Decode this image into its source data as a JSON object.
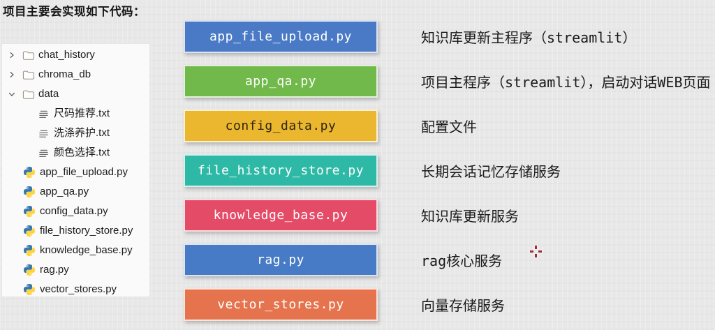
{
  "page": {
    "title": "项目主要会实现如下代码："
  },
  "file_explorer": {
    "items": [
      {
        "type": "folder",
        "state": "collapsed",
        "label": "chat_history"
      },
      {
        "type": "folder",
        "state": "collapsed",
        "label": "chroma_db"
      },
      {
        "type": "folder",
        "state": "expanded",
        "label": "data"
      },
      {
        "type": "text-file",
        "indent": 2,
        "label": "尺码推荐.txt"
      },
      {
        "type": "text-file",
        "indent": 2,
        "label": "洗涤养护.txt"
      },
      {
        "type": "text-file",
        "indent": 2,
        "label": "颜色选择.txt"
      },
      {
        "type": "python-file",
        "indent": 1,
        "label": "app_file_upload.py"
      },
      {
        "type": "python-file",
        "indent": 1,
        "label": "app_qa.py"
      },
      {
        "type": "python-file",
        "indent": 1,
        "label": "config_data.py"
      },
      {
        "type": "python-file",
        "indent": 1,
        "label": "file_history_store.py"
      },
      {
        "type": "python-file",
        "indent": 1,
        "label": "knowledge_base.py"
      },
      {
        "type": "python-file",
        "indent": 1,
        "label": "rag.py"
      },
      {
        "type": "python-file",
        "indent": 1,
        "label": "vector_stores.py"
      }
    ]
  },
  "code_map": {
    "rows": [
      {
        "file": "app_file_upload.py",
        "box_color": "#4a7ac6",
        "label_color": "#ffffff",
        "description": "知识库更新主程序（streamlit）"
      },
      {
        "file": "app_qa.py",
        "box_color": "#70b94a",
        "label_color": "#ffffff",
        "description": "项目主程序（streamlit），启动对话WEB页面"
      },
      {
        "file": "config_data.py",
        "box_color": "#eab72e",
        "label_color": "#2f2511",
        "description": "配置文件"
      },
      {
        "file": "file_history_store.py",
        "box_color": "#2eb9a6",
        "label_color": "#ffffff",
        "description": "长期会话记忆存储服务"
      },
      {
        "file": "knowledge_base.py",
        "box_color": "#e44b66",
        "label_color": "#ffffff",
        "description": "知识库更新服务"
      },
      {
        "file": "rag.py",
        "box_color": "#477bc5",
        "label_color": "#ffffff",
        "description": "rag核心服务"
      },
      {
        "file": "vector_stores.py",
        "box_color": "#e5744e",
        "label_color": "#ffffff",
        "description": "向量存储服务"
      }
    ]
  },
  "pointer": {
    "type": "crosshair",
    "color": "#a02c38"
  },
  "icon_colors": {
    "folder_outline": "#9b8f7d",
    "text_file_lines": "#6b6b6b",
    "python_blue": "#3776ab",
    "python_yellow": "#ffd43b",
    "chevron": "#5f5f5f"
  }
}
